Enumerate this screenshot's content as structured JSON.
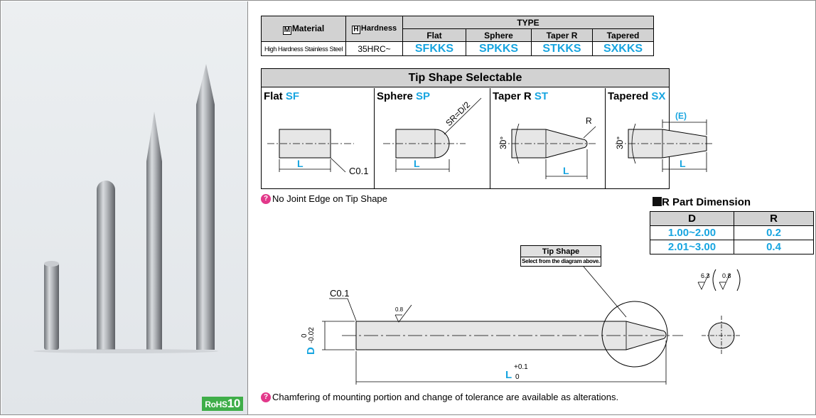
{
  "badge": {
    "rohs": "RoHS",
    "rohs_num": "10"
  },
  "type_table": {
    "material_letter": "M",
    "material_label": "Material",
    "hardness_letter": "H",
    "hardness_label": "Hardness",
    "type_label": "TYPE",
    "columns": [
      "Flat",
      "Sphere",
      "Taper R",
      "Tapered"
    ],
    "material_value": "High Hardness Stainless Steel",
    "hardness_value": "35HRC~",
    "codes": [
      "SFKKS",
      "SPKKS",
      "STKKS",
      "SXKKS"
    ]
  },
  "tip_table": {
    "title": "Tip Shape Selectable",
    "cells": [
      {
        "name": "Flat ",
        "code": "SF",
        "L": "L",
        "note": "C0.1"
      },
      {
        "name": "Sphere ",
        "code": "SP",
        "L": "L",
        "note": "SR=D/2"
      },
      {
        "name": "Taper R  ",
        "code": "ST",
        "L": "L",
        "angle": "30°",
        "note": "R"
      },
      {
        "name": "Tapered ",
        "code": "SX",
        "L": "L",
        "angle": "30°",
        "note": "(E)"
      }
    ]
  },
  "notes": {
    "icon": "?",
    "joint_edge": "No Joint Edge on Tip Shape",
    "chamfer": "Chamfering of mounting portion and change of tolerance are available as alterations."
  },
  "r_part": {
    "title": "R Part Dimension",
    "headers": [
      "D",
      "R"
    ],
    "rows": [
      [
        "1.00~2.00",
        "0.2"
      ],
      [
        "2.01~3.00",
        "0.4"
      ]
    ]
  },
  "drawing": {
    "tip_shape_title": "Tip Shape",
    "tip_shape_sub": "Select from the diagram above.",
    "chamfer": "C0.1",
    "roughness_main": "0.8",
    "roughness_a": "6.3",
    "roughness_b": "0.8",
    "d_label": "D",
    "d_tol_upper": "0",
    "d_tol_lower": "-0.02",
    "l_label": "L",
    "l_tol_upper": "+0.1",
    "l_tol_lower": "0"
  },
  "colors": {
    "accent": "#18a5e0",
    "header_bg": "#d2d2d2",
    "rohs_green": "#3fae49",
    "note_pink": "#e2388a"
  }
}
